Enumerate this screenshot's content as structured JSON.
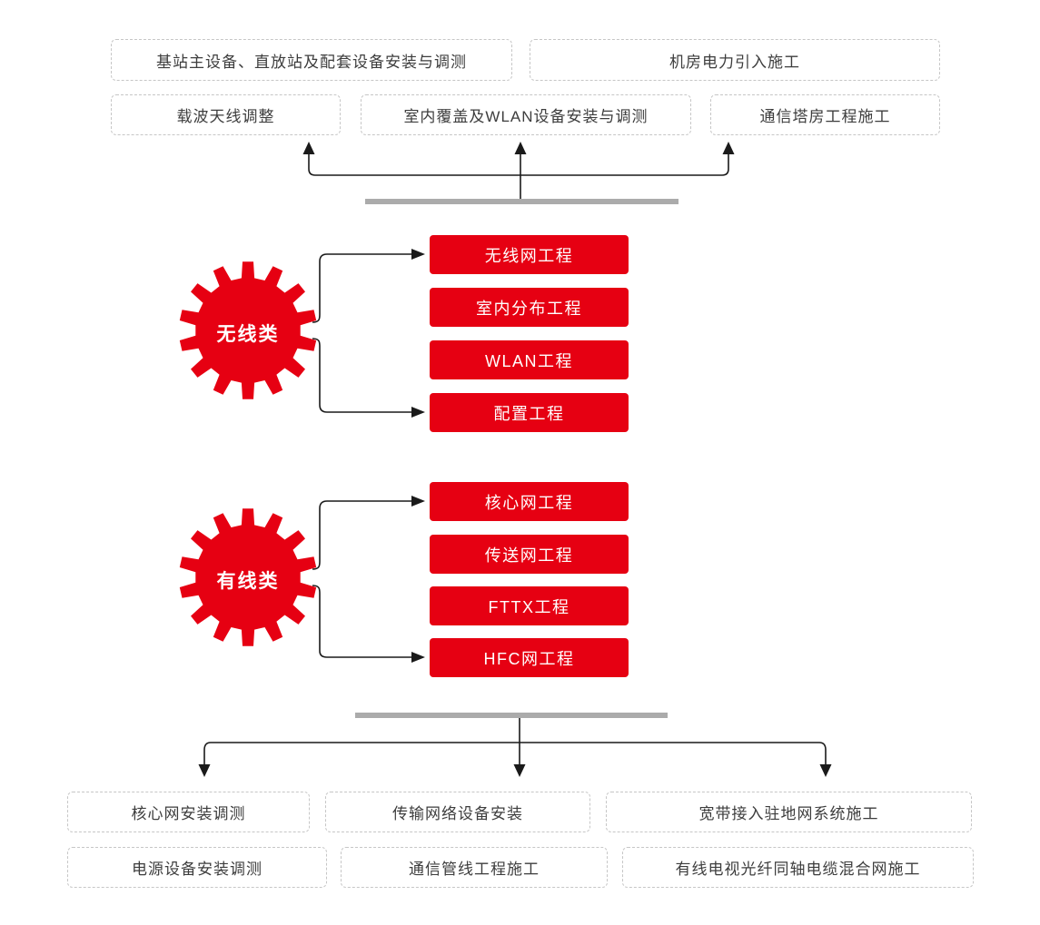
{
  "colors": {
    "accent_red": "#e60012",
    "bar_gray": "#ababab",
    "dash_border": "#c6c6c6",
    "box_text": "#3d3d3d",
    "line_black": "#1a1a1a"
  },
  "top_outputs": {
    "row1": [
      "基站主设备、直放站及配套设备安装与调测",
      "机房电力引入施工"
    ],
    "row2": [
      "载波天线调整",
      "室内覆盖及WLAN设备安装与调测",
      "通信塔房工程施工"
    ]
  },
  "wireless": {
    "category": "无线类",
    "items": [
      "无线网工程",
      "室内分布工程",
      "WLAN工程",
      "配置工程"
    ]
  },
  "wired": {
    "category": "有线类",
    "items": [
      "核心网工程",
      "传送网工程",
      "FTTX工程",
      "HFC网工程"
    ]
  },
  "bottom_outputs": {
    "row1": [
      "核心网安装调测",
      "传输网络设备安装",
      "宽带接入驻地网系统施工"
    ],
    "row2": [
      "电源设备安装调测",
      "通信管线工程施工",
      "有线电视光纤同轴电缆混合网施工"
    ]
  }
}
